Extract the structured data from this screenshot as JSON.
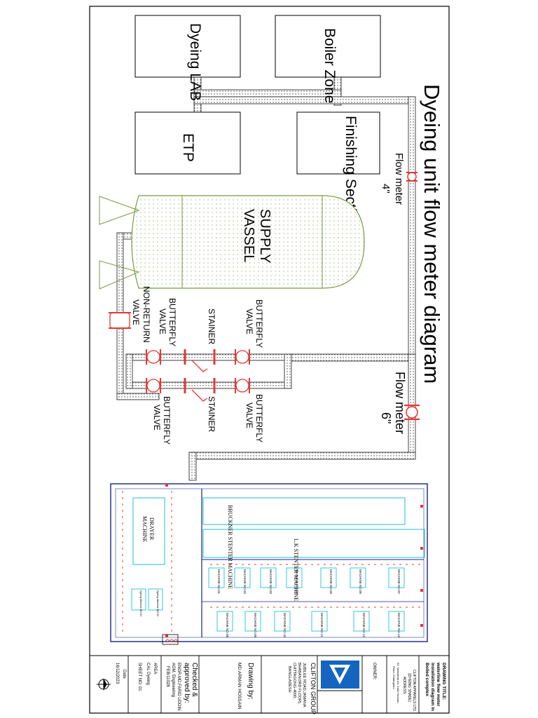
{
  "diagram": {
    "title": "Dyeing unit flow meter diagram",
    "areas": {
      "boiler": "Boiler Zone",
      "dyeing_lab": "Dyeing LAB",
      "finishing": "Finishing Section",
      "etp": "ETP"
    },
    "vessel": {
      "line1": "SUPPLY",
      "line2": "VASSEL"
    },
    "flow_meter_4": {
      "line1": "Flow meter",
      "line2": "4\""
    },
    "flow_meter_6": {
      "line1": "Flow meter",
      "line2": "6\""
    },
    "valves_left": {
      "butterfly_top": [
        "BUTTERFLY",
        "VALVE"
      ],
      "stainer": "STAINER",
      "butterfly_bottom": [
        "BUTTERFLY",
        "VALVE"
      ],
      "non_return": [
        "NON-RETURN",
        "VALVE"
      ]
    },
    "valves_right": {
      "butterfly_top": [
        "BUTTERFLY",
        "VALVE"
      ],
      "stainer": "STAINER",
      "butterfly_bottom": [
        "BUTTERFLY",
        "VALVE"
      ]
    }
  },
  "floorplan": {
    "bruckner": "BRUCKNER STENTER MACHINE",
    "lk": "L.K STENTER MACHINE",
    "drayer": [
      "DRAYER",
      "MACHINE"
    ],
    "machines_row1": [
      "MACHINE NO.01",
      "MACHINE NO.02",
      "MACHINE NO.03",
      "MACHINE NO.04",
      "MACHINE NO.05",
      "MACHINE NO.06",
      "MACHINE NO.07"
    ],
    "machines_row2": [
      "MACHINE NO.08",
      "MACHINE NO.09",
      "MACHINE NO.10",
      "MACHINE NO.11",
      "MACHINE NO.12",
      "MACHINE NO.13"
    ],
    "dispense": [
      "Dyeing Machine NO.01",
      "Dyeing Machine NO.02"
    ]
  },
  "title_block": {
    "drawing_title": "DRAWING TITLE:",
    "title_lines": [
      "waterline flow meter",
      "installation diagram in",
      "Boiled complex"
    ],
    "client": [
      "CLIFTON APPARELS LTD.",
      "(DYEING SHADE)",
      "ADDRESS:",
      "94, Nasirabad I/A, Zakir Hossain",
      "Road, Chattogram"
    ],
    "owner_label": "OWNER:",
    "company": "CLIFTON GROUP",
    "address": [
      "JUBILEE ROAD,JAMANA",
      "BHABAN(3RD FLOOR),",
      "CHITTAGONG-4000,",
      "BANGLADESH"
    ],
    "drawing_by": "Drawing by:",
    "drawer": "MD.ARMAN HOSSAIN",
    "checked": "Checked &",
    "approved": "approved by:",
    "approver": "ENGR.MD.FARID UDDIN",
    "approver_role": "AGM, Engineering",
    "approver_id": "FEB/11028",
    "area_label": "AREA",
    "area": "CAL Dyeing",
    "sheet": "SHEET NO: 01",
    "date_label": "Date",
    "date": "16/12/2023"
  }
}
